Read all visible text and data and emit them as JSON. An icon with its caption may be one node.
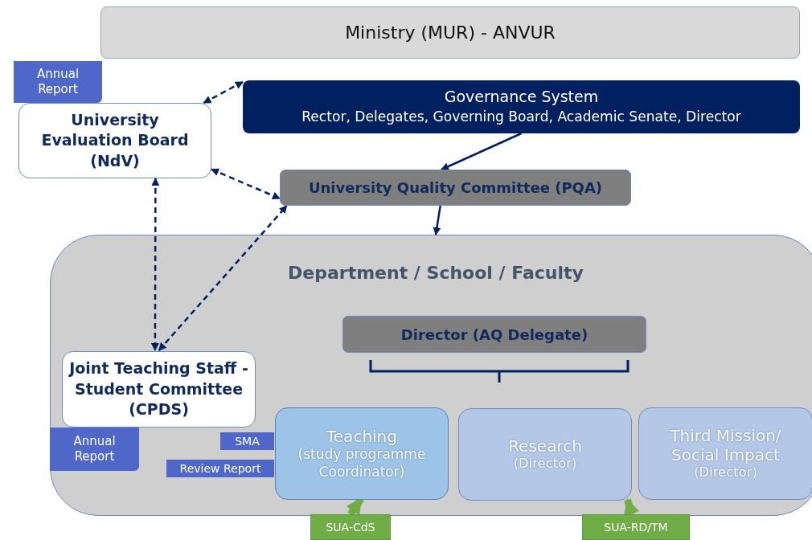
{
  "diagram": {
    "nodes": [
      {
        "text": [
          "Ministry (MUR) - ANVUR"
        ]
      },
      {
        "text": [
          "Annual Report"
        ]
      },
      {
        "text": [
          "University Evaluation Board (NdV)"
        ]
      },
      {
        "text": [
          "Governance System",
          "Rector, Delegates, Governing Board, Academic Senate, Director"
        ]
      },
      {
        "text": [
          "University Quality Committee (PQA)"
        ]
      },
      {
        "text": [
          "Department / School / Faculty"
        ]
      },
      {
        "text": [
          "Director (AQ Delegate)"
        ],
        "in": 5
      },
      {
        "text": [
          "Joint Teaching Staff - Student Committee (CPDS)"
        ],
        "in": 5
      },
      {
        "text": [
          "Annual Report"
        ],
        "in": 5
      },
      {
        "text": [
          "SMA"
        ],
        "in": 5
      },
      {
        "text": [
          "Review Report"
        ],
        "in": 5
      },
      {
        "text": [
          "Teaching",
          "(study programme Coordinator)"
        ],
        "in": 5
      },
      {
        "text": [
          "Research",
          "(Director)"
        ],
        "in": 5
      },
      {
        "text": [
          "Third Mission/ Social Impact",
          "(Director)"
        ],
        "in": 5
      },
      {
        "text": [
          "SUA-CdS"
        ]
      },
      {
        "text": [
          "SUA-RD/TM"
        ]
      }
    ],
    "edges": [
      {
        "from": 2,
        "to": 3,
        "arrow": "both",
        "style": "dashed"
      },
      {
        "from": 2,
        "to": 4,
        "arrow": "both",
        "style": "dashed"
      },
      {
        "from": 2,
        "to": 7,
        "arrow": "both",
        "style": "dashed"
      },
      {
        "from": 7,
        "to": 4,
        "arrow": "both",
        "style": "dashed"
      },
      {
        "from": 3,
        "to": 4,
        "arrow": "to"
      },
      {
        "from": 4,
        "to": 5,
        "arrow": "to"
      },
      {
        "from": 14,
        "to": 11,
        "arrow": "to",
        "style": "thick",
        "color": "#70ad47"
      },
      {
        "from": 15,
        "to": 12,
        "arrow": "to",
        "style": "thick",
        "color": "#70ad47"
      }
    ]
  }
}
